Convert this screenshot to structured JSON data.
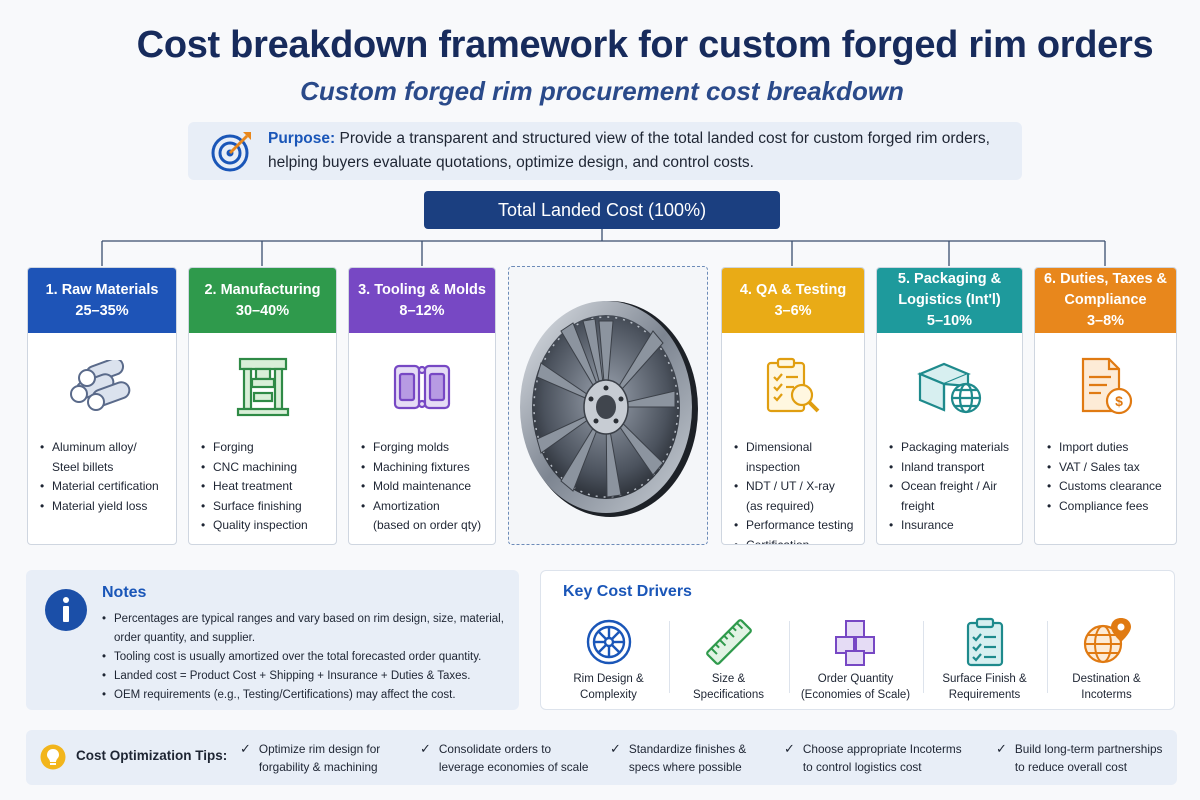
{
  "header": {
    "title": "Cost breakdown framework for custom forged rim orders",
    "subtitle": "Custom forged rim procurement cost breakdown"
  },
  "purpose": {
    "label": "Purpose:",
    "line1": " Provide a transparent and structured view of the total landed cost for custom forged rim orders,",
    "line2": "helping buyers evaluate quotations, optimize design, and control costs.",
    "icon": "target-icon"
  },
  "total": {
    "label": "Total Landed Cost (100%)"
  },
  "categories": [
    {
      "title": "1. Raw Materials",
      "title2": "",
      "range": "25–35%",
      "color": "#1e54b7",
      "icon": "billets-icon",
      "items": [
        "Aluminum alloy/",
        "Steel billets",
        "Material certification",
        "Material yield loss"
      ]
    },
    {
      "title": "2. Manufacturing",
      "title2": "",
      "range": "30–40%",
      "color": "#2f9a4c",
      "icon": "forging-press-icon",
      "items": [
        "Forging",
        "CNC machining",
        "Heat treatment",
        "Surface finishing",
        "Quality inspection"
      ]
    },
    {
      "title": "3. Tooling & Molds",
      "title2": "",
      "range": "8–12%",
      "color": "#7748c4",
      "icon": "molds-icon",
      "items": [
        "Forging molds",
        "Machining fixtures",
        "Mold maintenance",
        "Amortization",
        "(based on order qty)"
      ]
    },
    {
      "title": "4. QA & Testing",
      "title2": "",
      "range": "3–6%",
      "color": "#e9ab16",
      "icon": "inspection-clipboard-icon",
      "items": [
        "Dimensional inspection",
        "NDT / UT / X-ray",
        "(as required)",
        "Performance testing",
        "Certification"
      ]
    },
    {
      "title": "5. Packaging &",
      "title2": "Logistics (Int'l)",
      "range": "5–10%",
      "color": "#1e9a9c",
      "icon": "box-globe-icon",
      "items": [
        "Packaging materials",
        "Inland transport",
        "Ocean freight / Air freight",
        "Insurance"
      ]
    },
    {
      "title": "6. Duties, Taxes &",
      "title2": "Compliance",
      "range": "3–8%",
      "color": "#e8871c",
      "icon": "document-dollar-icon",
      "items": [
        "Import duties",
        "VAT / Sales tax",
        "Customs clearance",
        "Compliance fees"
      ]
    }
  ],
  "wheel": {
    "icon": "forged-rim-icon"
  },
  "notes": {
    "title": "Notes",
    "items": [
      "Percentages are typical ranges and vary based on rim design, size, material,",
      "order quantity, and supplier.",
      "Tooling cost is usually amortized over the total forecasted order quantity.",
      "Landed cost = Product Cost + Shipping + Insurance + Duties & Taxes.",
      "OEM requirements (e.g., Testing/Certifications) may affect the cost."
    ]
  },
  "drivers": {
    "title": "Key Cost Drivers",
    "items": [
      {
        "line1": "Rim Design &",
        "line2": "Complexity",
        "icon": "rim-icon"
      },
      {
        "line1": "Size &",
        "line2": "Specifications",
        "icon": "ruler-icon"
      },
      {
        "line1": "Order Quantity",
        "line2": "(Economies of Scale)",
        "icon": "cubes-icon"
      },
      {
        "line1": "Surface Finish &",
        "line2": "Requirements",
        "icon": "checklist-icon"
      },
      {
        "line1": "Destination &",
        "line2": "Incoterms",
        "icon": "globe-pin-icon"
      }
    ]
  },
  "tips": {
    "label": "Cost Optimization Tips:",
    "icon": "lightbulb-icon",
    "items": [
      {
        "line1": "Optimize rim design for",
        "line2": "forgability & machining"
      },
      {
        "line1": "Consolidate orders to",
        "line2": "leverage economies of scale"
      },
      {
        "line1": "Standardize finishes &",
        "line2": "specs where possible"
      },
      {
        "line1": "Choose appropriate Incoterms",
        "line2": "to control logistics cost"
      },
      {
        "line1": "Build long-term partnerships",
        "line2": "to reduce overall cost"
      }
    ]
  }
}
